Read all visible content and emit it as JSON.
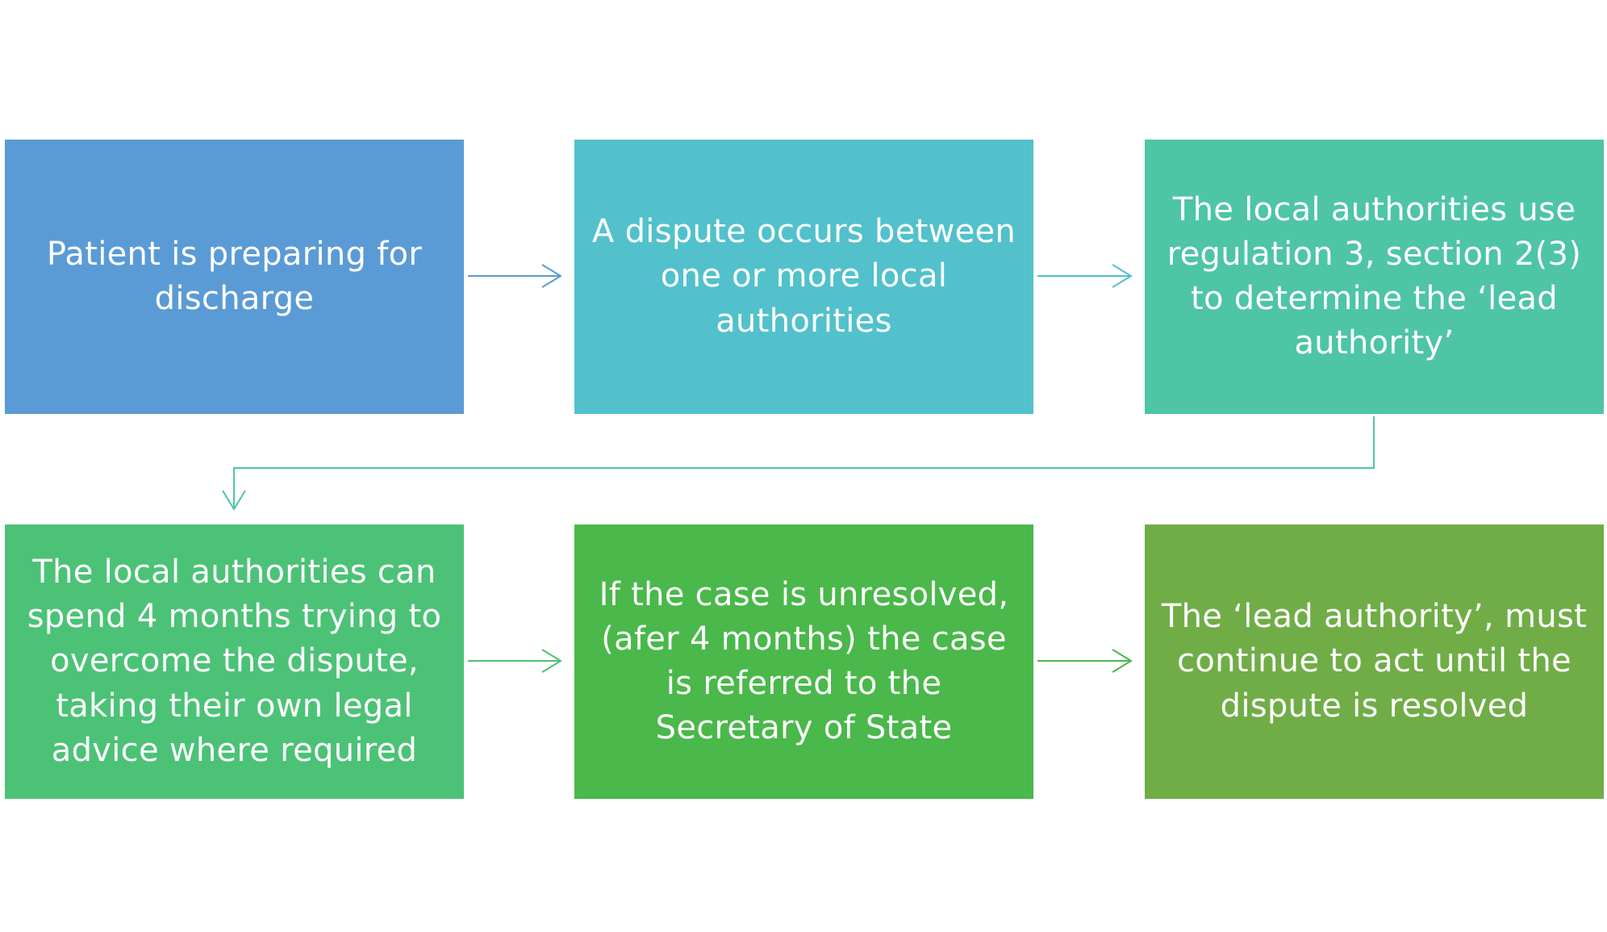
{
  "steps": [
    {
      "text": "Patient is preparing for discharge",
      "color": "#5B9BD5"
    },
    {
      "text": "A dispute occurs between one or more local authorities",
      "color": "#52C1CC"
    },
    {
      "text": "The local authorities use regulation 3, section 2(3) to determine the ‘lead authority’",
      "color": "#4EC5A5"
    },
    {
      "text": "The local authorities can spend 4 months trying to overcome the dispute, taking their own legal advice where required",
      "color": "#4CC277"
    },
    {
      "text": "If the case is unresolved, (afer 4 months) the case is referred to the Secretary of State",
      "color": "#4AB84A"
    },
    {
      "text": "The ‘lead authority’, must continue to act until the dispute is resolved",
      "color": "#70AD47"
    }
  ],
  "connectors": [
    {
      "from": 1,
      "to": 2,
      "color": "#5B9BD5"
    },
    {
      "from": 2,
      "to": 3,
      "color": "#52C1CC"
    },
    {
      "from": 3,
      "to": 4,
      "color": "#4EC5A5"
    },
    {
      "from": 4,
      "to": 5,
      "color": "#4CC277"
    },
    {
      "from": 5,
      "to": 6,
      "color": "#4AB84A"
    }
  ]
}
